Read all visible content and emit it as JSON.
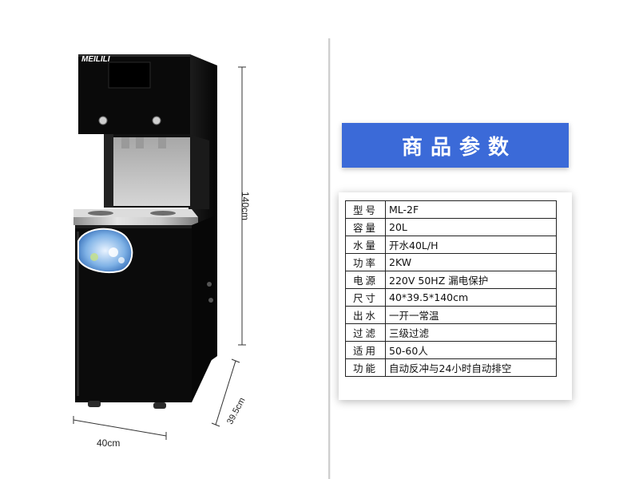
{
  "product": {
    "brand_logo": "MEILILI",
    "dim_height": "140cm",
    "dim_depth": "39.5cm",
    "dim_width": "40cm"
  },
  "colors": {
    "banner": "#3b6ad8",
    "body": "#0c0c0c",
    "steel": "#b9b9b9"
  },
  "title": "商品参数",
  "specs": [
    {
      "key": "型号",
      "value": "ML-2F"
    },
    {
      "key": "容量",
      "value": "20L"
    },
    {
      "key": "水量",
      "value": "开水40L/H"
    },
    {
      "key": "功率",
      "value": "2KW"
    },
    {
      "key": "电源",
      "value": "220V  50HZ 漏电保护"
    },
    {
      "key": "尺寸",
      "value": "40*39.5*140cm"
    },
    {
      "key": "出水",
      "value": "一开一常温"
    },
    {
      "key": "过滤",
      "value": "三级过滤"
    },
    {
      "key": "适用",
      "value": "50-60人"
    },
    {
      "key": "功能",
      "value": "自动反冲与24小时自动排空"
    }
  ]
}
